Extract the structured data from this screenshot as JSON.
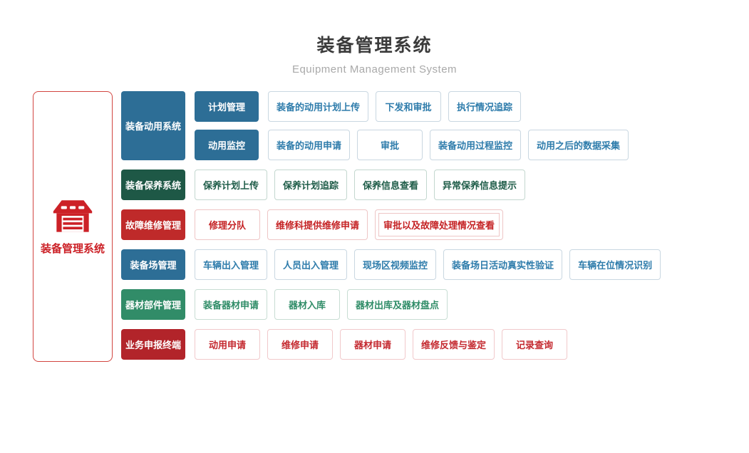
{
  "header": {
    "title": "装备管理系统",
    "subtitle": "Equipment Management System"
  },
  "root": {
    "label": "装备管理系统",
    "icon": "warehouse-icon"
  },
  "colors": {
    "blue": "#2d6e96",
    "dark_green": "#1e5846",
    "green": "#318c68",
    "red": "#bf2a2a",
    "dark_red": "#b2242a",
    "brand_red": "#cc2127"
  },
  "groups": [
    {
      "label": "装备动用系统",
      "subrows": [
        {
          "label": "计划管理",
          "items": [
            "装备的动用计划上传",
            "下发和审批",
            "执行情况追踪"
          ]
        },
        {
          "label": "动用监控",
          "items": [
            "装备的动用申请",
            "审批",
            "装备动用过程监控",
            "动用之后的数据采集"
          ]
        }
      ]
    },
    {
      "label": "装备保养系统",
      "items": [
        "保养计划上传",
        "保养计划追踪",
        "保养信息查看",
        "异常保养信息提示"
      ]
    },
    {
      "label": "故障维修管理",
      "items": [
        "修理分队",
        "维修科提供维修申请",
        "审批以及故障处理情况查看"
      ]
    },
    {
      "label": "装备场管理",
      "items": [
        "车辆出入管理",
        "人员出入管理",
        "现场区视频监控",
        "装备场日活动真实性验证",
        "车辆在位情况识别"
      ]
    },
    {
      "label": "器材部件管理",
      "items": [
        "装备器材申请",
        "器材入库",
        "器材出库及器材盘点"
      ]
    },
    {
      "label": "业务申报终端",
      "items": [
        "动用申请",
        "维修申请",
        "器材申请",
        "维修反馈与鉴定",
        "记录查询"
      ]
    }
  ]
}
